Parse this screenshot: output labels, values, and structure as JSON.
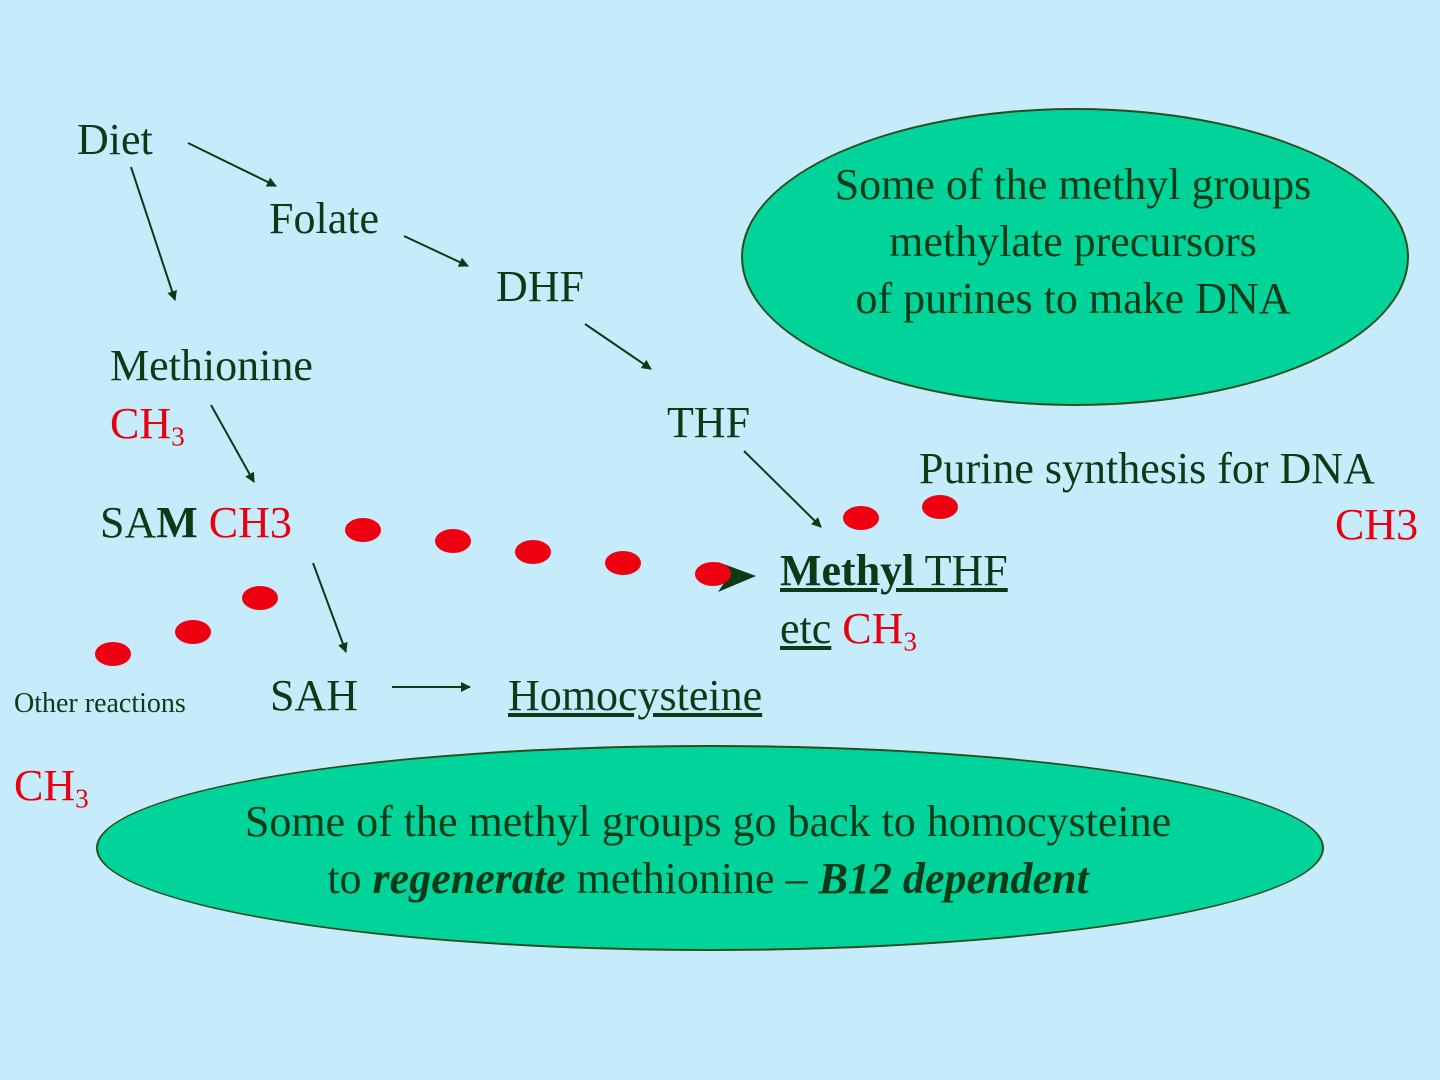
{
  "nodes": {
    "diet": "Diet",
    "folate": "Folate",
    "dhf": "DHF",
    "thf": "THF",
    "methionine": "Methionine",
    "methionine_ch3": "CH",
    "methionine_ch3_sub": "3",
    "sam_prefix": "SA",
    "sam_bold": "M",
    "sam_ch3": "CH3",
    "sah": "SAH",
    "homocysteine": "Homocysteine",
    "methyl_bold": "Methyl",
    "methyl_rest": " THF",
    "etc": "etc",
    "etc_ch3": "CH",
    "etc_ch3_sub": "3",
    "purine": "Purine synthesis for  DNA",
    "purine_ch3": "CH3",
    "other_reactions": "Other reactions",
    "other_ch3": "CH",
    "other_ch3_sub": "3"
  },
  "ovals": {
    "top": {
      "line1": "Some of the methyl groups",
      "line2": "methylate precursors",
      "line3": "of purines to make DNA"
    },
    "bottom": {
      "line1": "Some of the methyl groups go back to homocysteine",
      "line2_pre": "to ",
      "line2_em": "regenerate",
      "line2_mid": " methionine – ",
      "line2_em2": "B12 dependent"
    }
  },
  "colors": {
    "background": "#c6ecfb",
    "oval_fill": "#00d49b",
    "text": "#0b3b16",
    "methyl_red": "#e8000e"
  }
}
